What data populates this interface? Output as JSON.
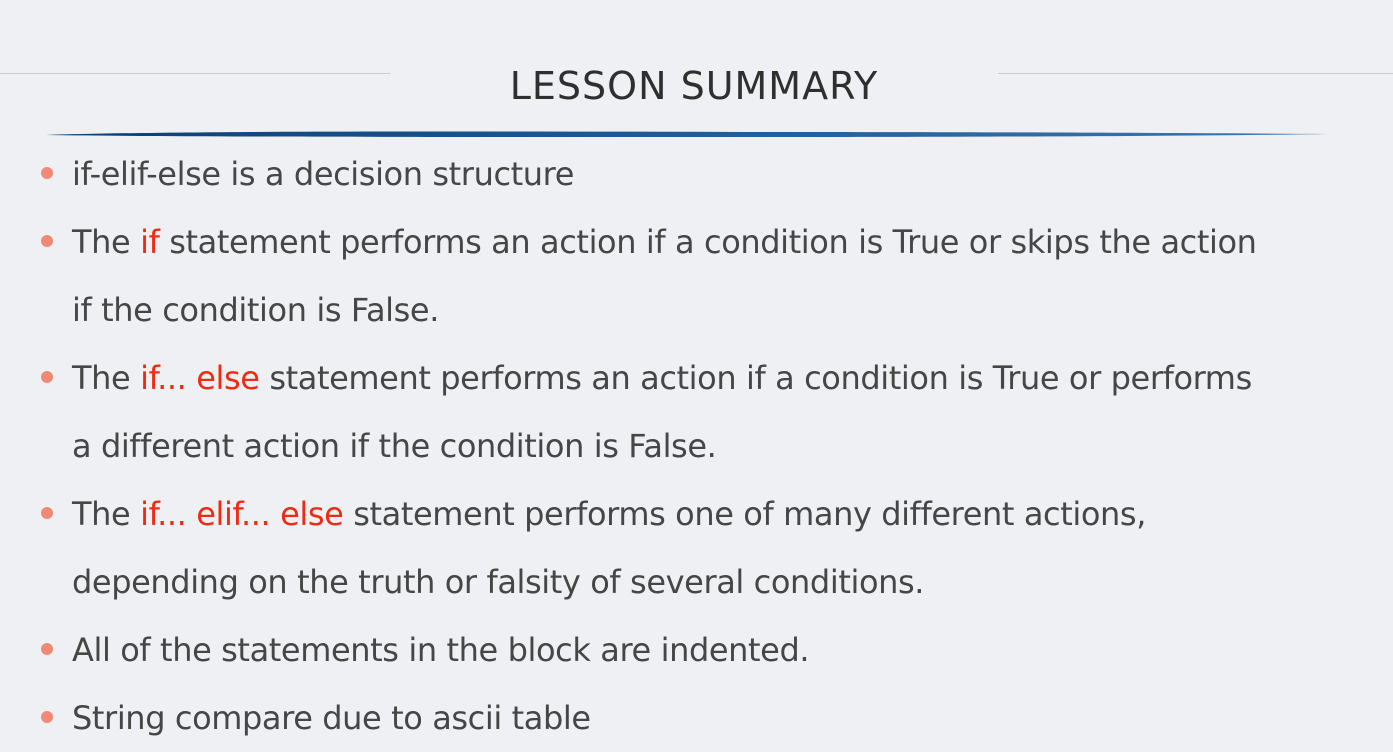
{
  "slide": {
    "title": "LESSON SUMMARY",
    "colors": {
      "background": "#eff0f3",
      "text": "#464646",
      "keyword": "#ee2b14",
      "bullet": "#ef8a76",
      "rule": "#1f5c97"
    },
    "bullets": [
      {
        "text": "if-elif-else is a decision structure"
      },
      {
        "pre": "The ",
        "kw": "if",
        "line1": " statement performs an action if a condition is True or skips the action",
        "line2": "if the condition is False."
      },
      {
        "pre": "The ",
        "kw": "if... else",
        "line1": " statement performs an action if a condition is True or performs",
        "line2": "a different action if the condition is False."
      },
      {
        "pre": "The ",
        "kw": "if... elif... else",
        "line1": " statement performs one of many different actions,",
        "line2": "depending on the truth or falsity of several conditions."
      },
      {
        "text": "All of the statements in the block are indented."
      },
      {
        "text": "String compare due to ascii table"
      }
    ]
  }
}
